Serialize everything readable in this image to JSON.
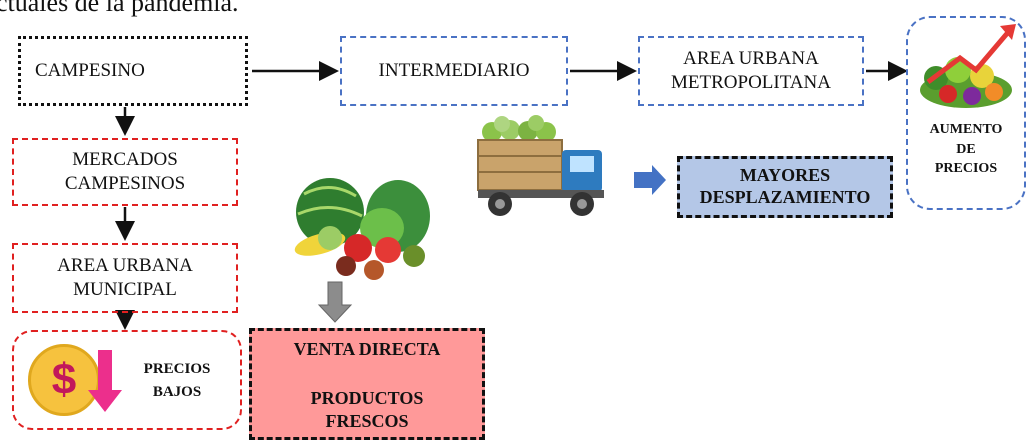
{
  "top_text": "ctuales de la pandemia.",
  "nodes": {
    "campesino": "CAMPESINO",
    "intermediario": "INTERMEDIARIO",
    "area_metro_line1": "AREA URBANA",
    "area_metro_line2": "METROPOLITANA",
    "aumento_line1": "AUMENTO",
    "aumento_line2": "DE",
    "aumento_line3": "PRECIOS",
    "mercados_line1": "MERCADOS",
    "mercados_line2": "CAMPESINOS",
    "area_municipal_line1": "AREA URBANA",
    "area_municipal_line2": "MUNICIPAL",
    "precios_bajos_line1": "PRECIOS",
    "precios_bajos_line2": "BAJOS",
    "dollar_symbol": "$",
    "venta_directa": "VENTA DIRECTA",
    "productos_line1": "PRODUCTOS",
    "productos_line2": "FRESCOS",
    "mayores_line1": "MAYORES",
    "mayores_line2": "DESPLAZAMIENTO"
  },
  "colors": {
    "blue_border": "#4a72c4",
    "red_border": "#e02020",
    "mayores_fill": "#b4c7e7",
    "venta_fill": "#ff9999",
    "arrow_blue": "#4472c4",
    "arrow_gray": "#8c8c8c"
  }
}
